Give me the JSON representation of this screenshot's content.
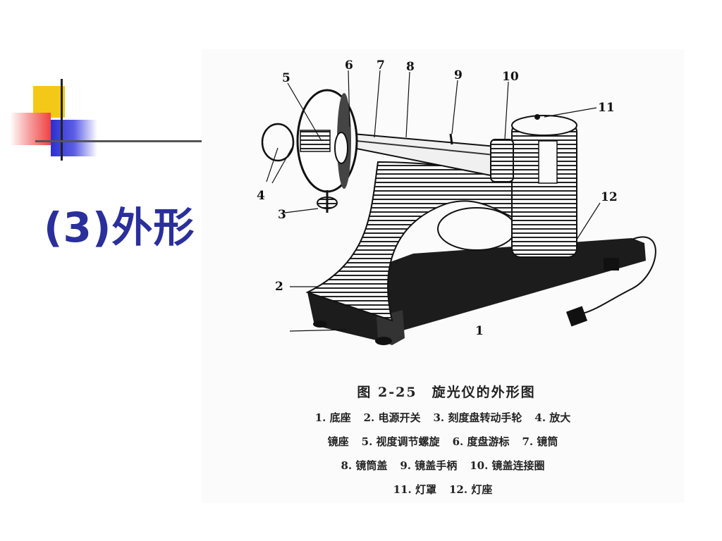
{
  "slide": {
    "title": "(3)外形"
  },
  "figure": {
    "labels": [
      "1",
      "2",
      "3",
      "4",
      "5",
      "6",
      "7",
      "8",
      "9",
      "10",
      "11",
      "12"
    ],
    "caption_title": "图 2-25　旋光仪的外形图",
    "legend_lines": [
      [
        "1. 底座",
        "2. 电源开关",
        "3. 刻度盘转动手轮",
        "4. 放大"
      ],
      [
        "镜座",
        "5. 视度调节螺旋",
        "6. 度盘游标",
        "7. 镜筒"
      ],
      [
        "8. 镜筒盖",
        "9. 镜盖手柄",
        "10. 镜盖连接圈"
      ],
      [
        "11. 灯罩",
        "12. 灯座"
      ]
    ]
  }
}
